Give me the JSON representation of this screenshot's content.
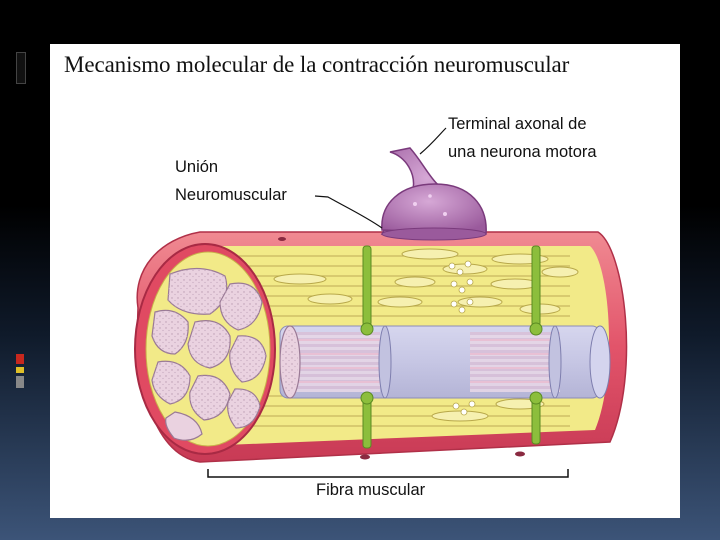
{
  "slide": {
    "title": "Mecanismo molecular de la contracción neuromuscular"
  },
  "diagram": {
    "labels": {
      "terminal_line1": "Terminal axonal de",
      "terminal_line2": "una neurona motora",
      "union_line1": "Unión",
      "union_line2": "Neuromuscular",
      "fibra": "Fibra muscular"
    }
  },
  "colors": {
    "membrane_red": "#e2546a",
    "sarcoplasm_yellow": "#f2ea88",
    "myofibril_pink": "#ead2e0",
    "myofibril_lavender": "#d0d0ea",
    "t_tubule_green": "#8cbe3c",
    "neuron_purple": "#a86aa8"
  }
}
